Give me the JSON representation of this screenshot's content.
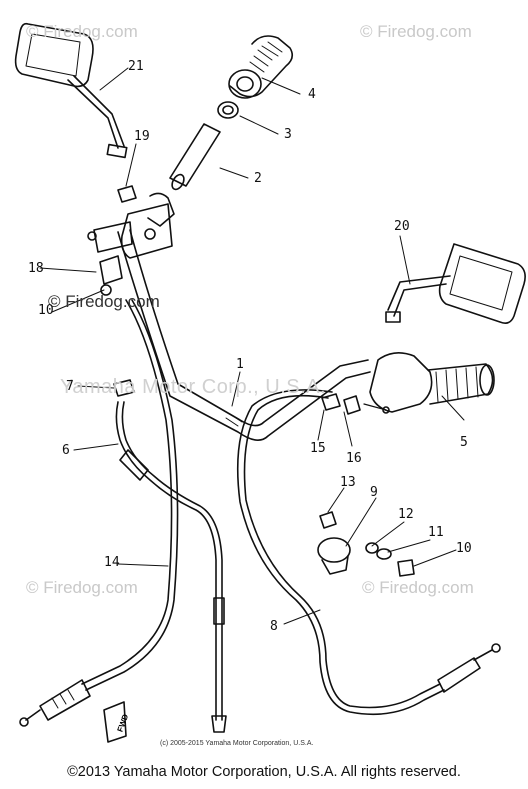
{
  "watermarks": {
    "top_left": "© Firedog.com",
    "top_right": "© Firedog.com",
    "mid_left": "© Firedog.com",
    "bottom_left": "© Firedog.com",
    "bottom_right": "© Firedog.com",
    "band": "Yamaha Motor Corp., U.S.A."
  },
  "callouts": {
    "c1": "1",
    "c2": "2",
    "c3": "3",
    "c4": "4",
    "c5": "5",
    "c6": "6",
    "c7": "7",
    "c8": "8",
    "c9": "9",
    "c10": "10",
    "c11": "11",
    "c12": "12",
    "c13": "13",
    "c14": "14",
    "c15": "15",
    "c16": "16",
    "c18": "18",
    "c19": "19",
    "c20": "20",
    "c21": "21",
    "c10b": "10"
  },
  "fwd_label": "FWD",
  "inner_copyright": "(c) 2005-2015 Yamaha Motor Corporation, U.S.A.",
  "footer_copyright": "©2013 Yamaha Motor Corporation, U.S.A. All rights reserved.",
  "colors": {
    "line": "#111111",
    "watermark": "#c9c9c9"
  }
}
